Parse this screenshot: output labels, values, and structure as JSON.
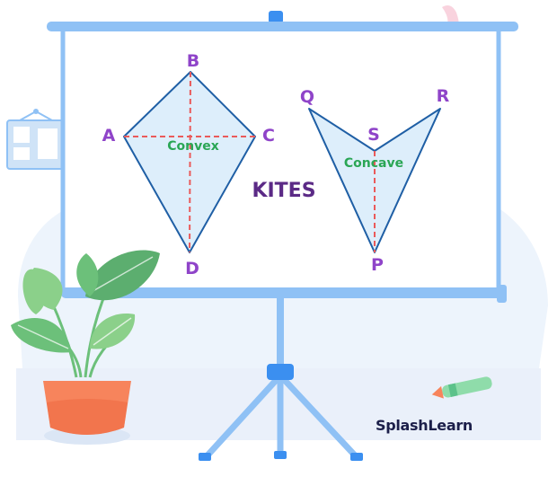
{
  "title": "KITES",
  "kites": {
    "convex": {
      "name": "Convex",
      "vertices": {
        "top": "B",
        "left": "A",
        "right": "C",
        "bottom": "D"
      }
    },
    "concave": {
      "name": "Concave",
      "vertices": {
        "left": "Q",
        "inner": "S",
        "right": "R",
        "bottom": "P"
      }
    }
  },
  "brand": "SplashLearn",
  "colors": {
    "frame": "#8fc1f5",
    "board": "#ffffff",
    "kite_fill": "#ddeefb",
    "kite_stroke": "#1f5fa5",
    "diagonal": "#ea5a5a",
    "vertex_label": "#8f44c9",
    "kite_name": "#2aa655",
    "title": "#5b2a86",
    "pot": "#f7845c",
    "leaf": "#6cc07a"
  }
}
